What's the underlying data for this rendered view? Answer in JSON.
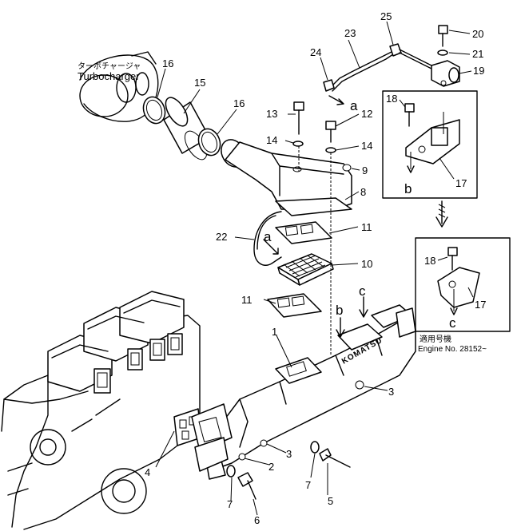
{
  "turbo": {
    "jp": "ターボチャージャ",
    "en": "Turbocharger"
  },
  "engine_note": {
    "jp": "適用号機",
    "en": "Engine No. 28152~"
  },
  "brand": "KOMATSU",
  "callouts": [
    {
      "id": "c1",
      "text": "1"
    },
    {
      "id": "c2",
      "text": "2"
    },
    {
      "id": "c3a",
      "text": "3"
    },
    {
      "id": "c3b",
      "text": "3"
    },
    {
      "id": "c4",
      "text": "4"
    },
    {
      "id": "c5",
      "text": "5"
    },
    {
      "id": "c6",
      "text": "6"
    },
    {
      "id": "c7a",
      "text": "7"
    },
    {
      "id": "c7b",
      "text": "7"
    },
    {
      "id": "c8",
      "text": "8"
    },
    {
      "id": "c9",
      "text": "9"
    },
    {
      "id": "c10",
      "text": "10"
    },
    {
      "id": "c11a",
      "text": "11"
    },
    {
      "id": "c11b",
      "text": "11"
    },
    {
      "id": "c12",
      "text": "12"
    },
    {
      "id": "c13",
      "text": "13"
    },
    {
      "id": "c14a",
      "text": "14"
    },
    {
      "id": "c14b",
      "text": "14"
    },
    {
      "id": "c15",
      "text": "15"
    },
    {
      "id": "c16a",
      "text": "16"
    },
    {
      "id": "c16b",
      "text": "16"
    },
    {
      "id": "c17a",
      "text": "17"
    },
    {
      "id": "c17b",
      "text": "17"
    },
    {
      "id": "c18a",
      "text": "18"
    },
    {
      "id": "c18b",
      "text": "18"
    },
    {
      "id": "c19",
      "text": "19"
    },
    {
      "id": "c20",
      "text": "20"
    },
    {
      "id": "c21",
      "text": "21"
    },
    {
      "id": "c22",
      "text": "22"
    },
    {
      "id": "c23",
      "text": "23"
    },
    {
      "id": "c24",
      "text": "24"
    },
    {
      "id": "c25",
      "text": "25"
    }
  ],
  "refs": [
    {
      "id": "ra1",
      "text": "a"
    },
    {
      "id": "ra2",
      "text": "a"
    },
    {
      "id": "rb1",
      "text": "b"
    },
    {
      "id": "rb2",
      "text": "b"
    },
    {
      "id": "rc1",
      "text": "c"
    },
    {
      "id": "rc2",
      "text": "c"
    }
  ]
}
